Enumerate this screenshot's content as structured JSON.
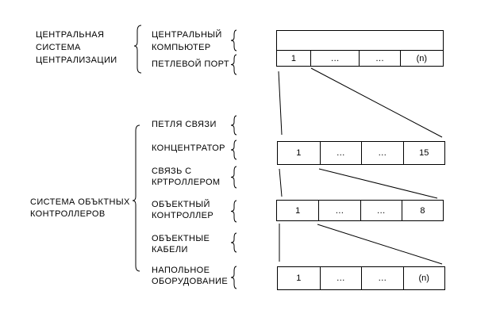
{
  "colors": {
    "ink": "#000000",
    "background": "#ffffff"
  },
  "left_groups": [
    {
      "lines": [
        "ЦЕНТРАЛЬНАЯ",
        "СИСТЕМА",
        "ЦЕНТРАЛИЗАЦИИ"
      ]
    },
    {
      "lines": [
        "СИСТЕМА ОБЪКТНЫХ",
        "КОНТРОЛЛЕРОВ"
      ]
    }
  ],
  "components": [
    {
      "lines": [
        "ЦЕНТРАЛЬНЫЙ",
        "КОМПЬЮТЕР"
      ]
    },
    {
      "lines": [
        "ПЕТЛЕВОЙ ПОРТ"
      ]
    },
    {
      "lines": [
        "ПЕТЛЯ СВЯЗИ"
      ]
    },
    {
      "lines": [
        "КОНЦЕНТРАТОР"
      ]
    },
    {
      "lines": [
        "СВЯЗЬ С",
        "КРТРОЛЛЕРОМ"
      ]
    },
    {
      "lines": [
        "ОБЪЕКТНЫЙ",
        "КОНТРОЛЛЕР"
      ]
    },
    {
      "lines": [
        "ОБЪЕКТНЫЕ",
        "КАБЕЛИ"
      ]
    },
    {
      "lines": [
        "НАПОЛЬНОЕ",
        "ОБОРУДОВАНИЕ"
      ]
    }
  ],
  "rows": {
    "loop_port": {
      "cells": [
        "1",
        "…",
        "…",
        "(n)"
      ]
    },
    "concentrator": {
      "cells": [
        "1",
        "…",
        "…",
        "15"
      ]
    },
    "object_controller": {
      "cells": [
        "1",
        "…",
        "…",
        "8"
      ]
    },
    "field_equipment": {
      "cells": [
        "1",
        "…",
        "…",
        "(n)"
      ]
    }
  }
}
